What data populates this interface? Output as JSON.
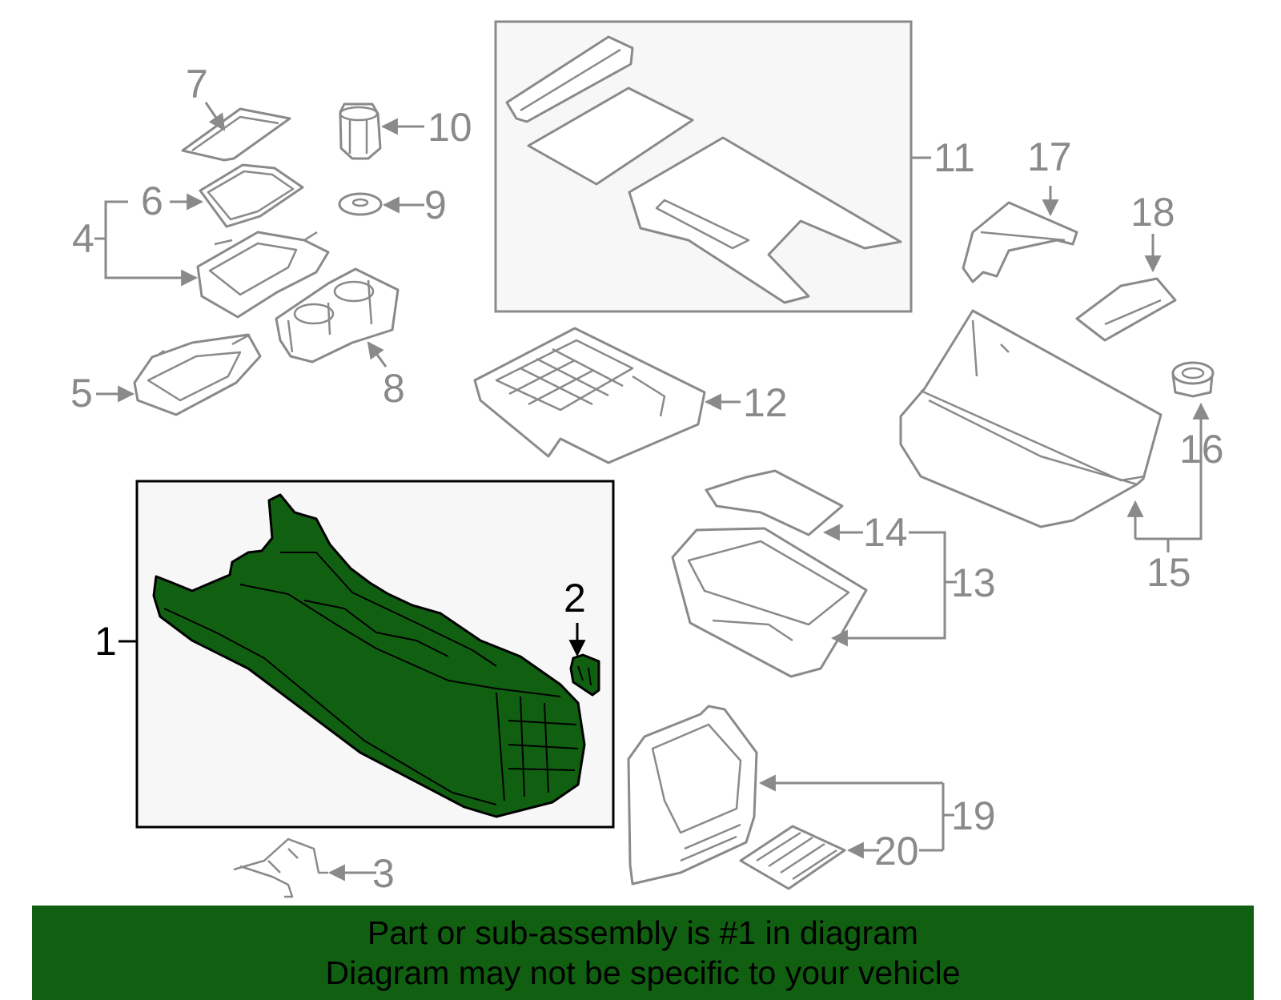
{
  "callouts": [
    "1",
    "2",
    "3",
    "4",
    "5",
    "6",
    "7",
    "8",
    "9",
    "10",
    "11",
    "12",
    "13",
    "14",
    "15",
    "16",
    "17",
    "18",
    "19",
    "20"
  ],
  "highlighted_part": "1",
  "colors": {
    "highlight": "#116011",
    "line_gray": "#8a8a8a",
    "box_fill": "#f7f7f7",
    "banner": "#116011"
  },
  "banner": {
    "line1": "Part or sub-assembly is #1 in diagram",
    "line2": "Diagram may not be specific to your vehicle"
  }
}
